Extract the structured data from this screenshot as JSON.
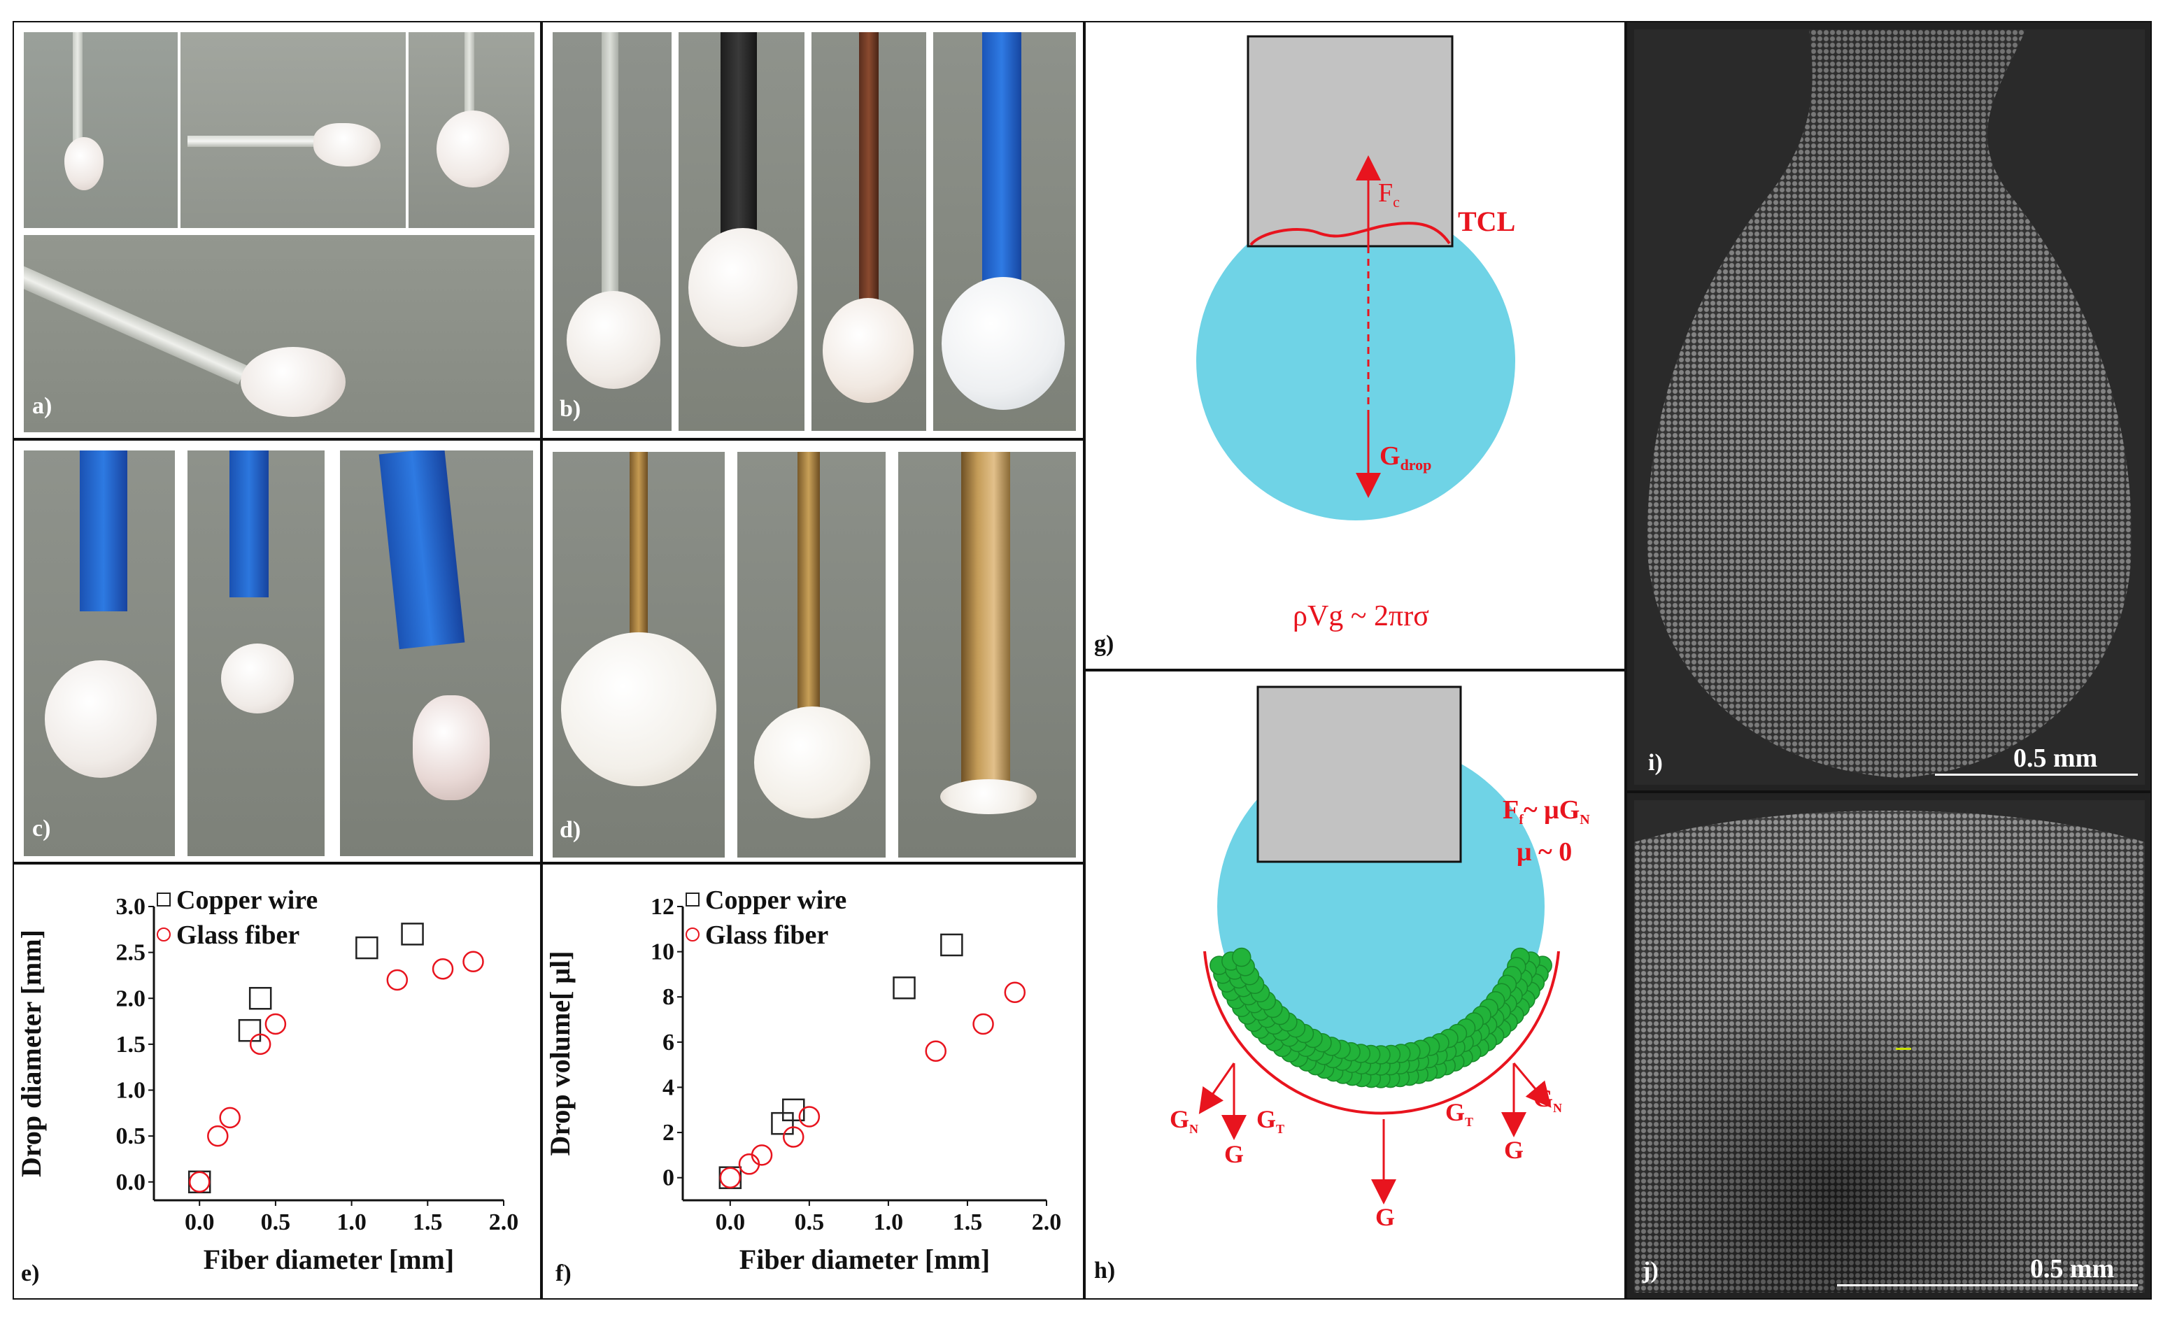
{
  "panels": {
    "a": "a)",
    "b": "b)",
    "c": "c)",
    "d": "d)",
    "e": "e)",
    "f": "f)",
    "g": "g)",
    "h": "h)",
    "i": "i)",
    "j": "j)"
  },
  "g_diagram": {
    "force_label": "F",
    "force_sub": "c",
    "tcl_label": "TCL",
    "gravity_label": "G",
    "gravity_sub": "drop",
    "equation": "ρVg ~ 2πrσ"
  },
  "h_diagram": {
    "friction_label": "F",
    "friction_sub": "f",
    "friction_rhs": "~ μG",
    "friction_rhs_sub": "N",
    "mu_label": "μ ~ 0",
    "gn_left": "G",
    "gn_left_sub": "N",
    "gt_left": "G",
    "gt_left_sub": "T",
    "gn_right": "G",
    "gn_right_sub": "N",
    "gt_right": "G",
    "gt_right_sub": "T",
    "g_label": "G"
  },
  "sem": {
    "scale_i": "0.5 mm",
    "scale_j": "0.5 mm"
  },
  "colors": {
    "drop": "#6fd3e6",
    "annotation": "#e8141e",
    "particles": "#22b33a",
    "substrate": "#c2c2c2"
  },
  "chart_data": [
    {
      "type": "scatter",
      "panel": "e",
      "xlabel": "Fiber diameter [mm]",
      "ylabel": "Drop diameter [mm]",
      "xlim": [
        -0.3,
        2.0
      ],
      "ylim": [
        -0.2,
        3.0
      ],
      "xticks": [
        "0.0",
        "0.5",
        "1.0",
        "1.5",
        "2.0"
      ],
      "yticks": [
        "0.0",
        "0.5",
        "1.0",
        "1.5",
        "2.0",
        "2.5",
        "3.0"
      ],
      "legend_placement": "top-left",
      "series": [
        {
          "name": "Copper wire",
          "marker": "square",
          "color": "#222222",
          "points": [
            [
              0.0,
              0.0
            ],
            [
              0.33,
              1.65
            ],
            [
              0.4,
              2.0
            ],
            [
              1.1,
              2.55
            ],
            [
              1.4,
              2.7
            ]
          ]
        },
        {
          "name": "Glass fiber",
          "marker": "circle",
          "color": "#e8141e",
          "points": [
            [
              0.0,
              0.0
            ],
            [
              0.12,
              0.5
            ],
            [
              0.2,
              0.7
            ],
            [
              0.4,
              1.5
            ],
            [
              0.5,
              1.72
            ],
            [
              1.3,
              2.2
            ],
            [
              1.6,
              2.32
            ],
            [
              1.8,
              2.4
            ]
          ]
        }
      ]
    },
    {
      "type": "scatter",
      "panel": "f",
      "xlabel": "Fiber diameter [mm]",
      "ylabel": "Drop volume[ μl]",
      "xlim": [
        -0.3,
        2.0
      ],
      "ylim": [
        -1,
        12
      ],
      "xticks": [
        "0.0",
        "0.5",
        "1.0",
        "1.5",
        "2.0"
      ],
      "yticks": [
        "0",
        "2",
        "4",
        "6",
        "8",
        "10",
        "12"
      ],
      "legend_placement": "top-left",
      "series": [
        {
          "name": "Copper wire",
          "marker": "square",
          "color": "#222222",
          "points": [
            [
              0.0,
              0.0
            ],
            [
              0.33,
              2.4
            ],
            [
              0.4,
              3.0
            ],
            [
              1.1,
              8.4
            ],
            [
              1.4,
              10.3
            ]
          ]
        },
        {
          "name": "Glass fiber",
          "marker": "circle",
          "color": "#e8141e",
          "points": [
            [
              0.0,
              0.0
            ],
            [
              0.12,
              0.6
            ],
            [
              0.2,
              1.0
            ],
            [
              0.4,
              1.8
            ],
            [
              0.5,
              2.7
            ],
            [
              1.3,
              5.6
            ],
            [
              1.6,
              6.8
            ],
            [
              1.8,
              8.2
            ]
          ]
        }
      ]
    }
  ]
}
